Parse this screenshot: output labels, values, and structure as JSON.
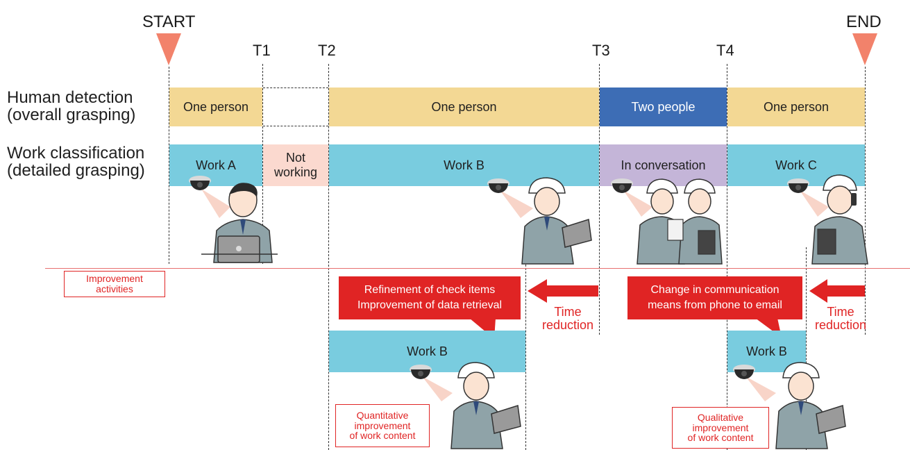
{
  "markers": {
    "start": "START",
    "end": "END"
  },
  "times": {
    "t1": "T1",
    "t2": "T2",
    "t3": "T3",
    "t4": "T4"
  },
  "rows": {
    "human_detection": {
      "line1": "Human detection",
      "line2": "(overall grasping)"
    },
    "work_classification": {
      "line1": "Work classification",
      "line2": "(detailed grasping)"
    }
  },
  "human_bands": {
    "seg1": "One person",
    "seg2": "One person",
    "seg3": "Two people",
    "seg4": "One person"
  },
  "work_bands": {
    "seg1": "Work A",
    "seg2_line1": "Not",
    "seg2_line2": "working",
    "seg3": "Work B",
    "seg4": "In conversation",
    "seg5": "Work C"
  },
  "improvement": {
    "label_line1": "Improvement",
    "label_line2": "activities",
    "callout_left_line1": "Refinement of check items",
    "callout_left_line2": "Improvement of data retrieval",
    "callout_right_line1": "Change in communication",
    "callout_right_line2": "means from phone to email",
    "time_reduction_line1": "Time",
    "time_reduction_line2": "reduction",
    "improved_work_label": "Work B",
    "quant_line1": "Quantitative",
    "quant_line2": "improvement",
    "quant_line3": "of work content",
    "qual_line1": "Qualitative",
    "qual_line2": "improvement",
    "qual_line3": "of work content"
  },
  "colors": {
    "marker": "#f2826b",
    "one_person": "#f3d894",
    "two_people": "#3d6db5",
    "work": "#79ccdf",
    "not_working": "#fbd9cf",
    "conversation": "#c4b5d8",
    "red": "#e02424",
    "divider": "#e87070"
  }
}
